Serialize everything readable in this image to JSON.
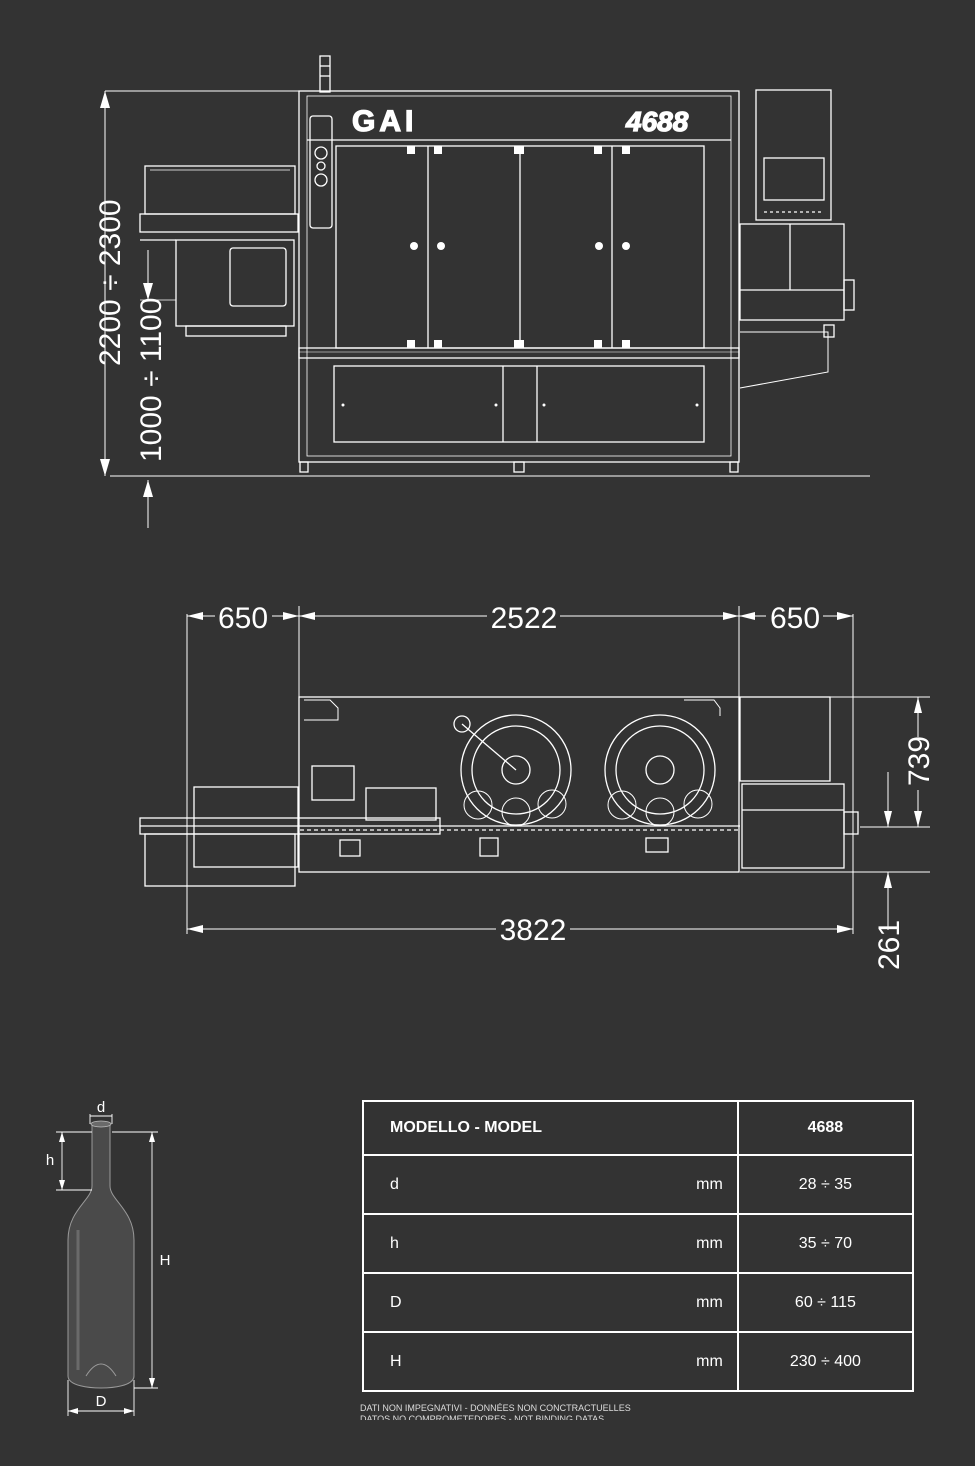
{
  "front_view": {
    "brand_logo": "GAI",
    "model_badge": "4688",
    "dim_height": "2200 ÷ 2300",
    "dim_working_height": "1000 ÷ 1100"
  },
  "plan_view": {
    "dim_left": "650",
    "dim_center": "2522",
    "dim_right": "650",
    "dim_total": "3822",
    "dim_depth": "739",
    "dim_offset": "261"
  },
  "bottle": {
    "label_d": "d",
    "label_h": "h",
    "label_H": "H",
    "label_D": "D"
  },
  "spec_table": {
    "header_label": "MODELLO - MODEL",
    "header_value": "4688",
    "rows": [
      {
        "label": "d",
        "unit": "mm",
        "value": "28 ÷ 35"
      },
      {
        "label": "h",
        "unit": "mm",
        "value": "35 ÷ 70"
      },
      {
        "label": "D",
        "unit": "mm",
        "value": "60 ÷ 115"
      },
      {
        "label": "H",
        "unit": "mm",
        "value": "230 ÷ 400"
      }
    ]
  },
  "disclaimer": {
    "line1": "DATI NON IMPEGNATIVI - DONNÉES NON CONCTRACTUELLES",
    "line2": "DATOS NO COMPROMETEDORES - NOT BINDING DATAS"
  },
  "colors": {
    "background": "#333333",
    "line": "#ffffff",
    "bottle_glass": "#4a4a4a"
  }
}
